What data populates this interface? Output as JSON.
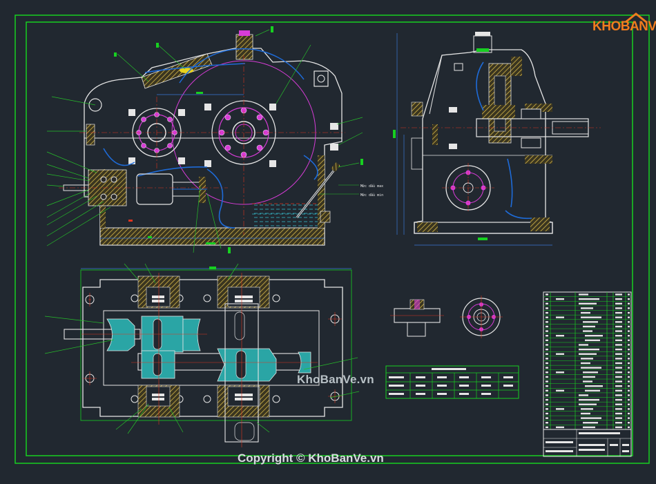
{
  "logo": {
    "text": "KHOBANVE"
  },
  "watermark": {
    "text": "KhoBanVe.vn"
  },
  "copyright": {
    "text": "Copyright © KhoBanVe.vn"
  },
  "oil_labels": {
    "upper": "Mức dầu max",
    "lower": "Mức dầu min"
  },
  "colors": {
    "background": "#212830",
    "frame": "#17d021",
    "body_line": "#e6e6e6",
    "section_hatch": "#d7b84a",
    "gear": "#2aa5a5",
    "shaft_circle": "#d73cd7",
    "leader": "#26c02a",
    "crosshair": "#e0341e",
    "dimension": "#3a7ad8",
    "logo": "#f07c1e"
  }
}
